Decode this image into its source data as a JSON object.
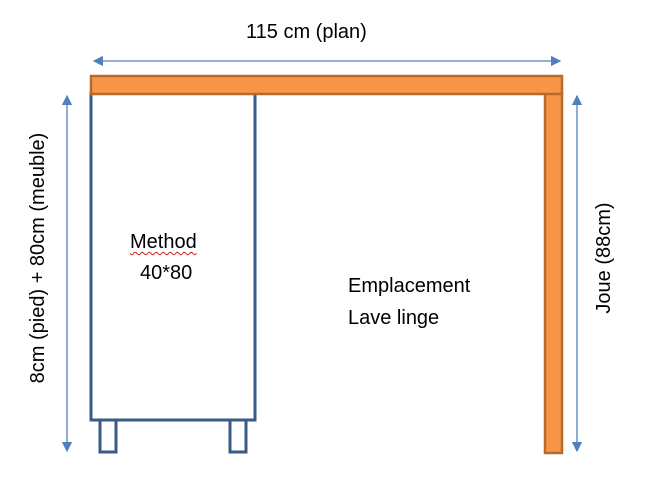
{
  "labels": {
    "width": "115 cm (plan)",
    "height_left": "8cm (pied) + 80cm (meuble)",
    "height_right": "Joue (88cm)",
    "cabinet_name": "Method",
    "cabinet_size": "40*80",
    "space_line1": "Emplacement",
    "space_line2": "Lave linge"
  },
  "colors": {
    "worktop": "#f79646",
    "worktop_border": "#b86a2c",
    "cabinet": "#3a5a8a",
    "arrow": "#4f81bd"
  }
}
